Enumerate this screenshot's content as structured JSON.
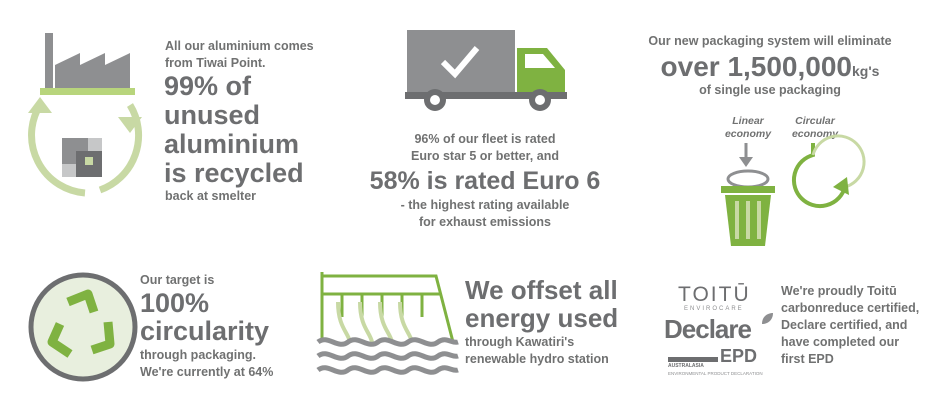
{
  "colors": {
    "green": "#7fb241",
    "light_green": "#c8d9a4",
    "grey": "#6d6e70",
    "mid_grey": "#8e8f91",
    "light_grey": "#d6d6d7",
    "pale_green": "#e8efde"
  },
  "aluminium": {
    "intro": "All our aluminium comes from Tiwai Point.",
    "headline": [
      "99% of",
      "unused",
      "aluminium",
      "is recycled"
    ],
    "footer": "back at smelter"
  },
  "fleet": {
    "line1": "96% of our fleet is rated",
    "line2": "Euro star 5 or better, and",
    "headline": "58% is rated Euro 6",
    "line3": "- the highest rating available",
    "line4": "for exhaust emissions"
  },
  "packaging": {
    "line1": "Our new packaging system will eliminate",
    "headline": "over 1,500,000",
    "unit": "kg's",
    "line2": "of single use packaging",
    "linear": [
      "Linear",
      "economy"
    ],
    "circular": [
      "Circular",
      "economy"
    ]
  },
  "circularity": {
    "intro": "Our target is",
    "headline": [
      "100%",
      "circularity"
    ],
    "line1": "through packaging.",
    "line2": "We're currently at 64%"
  },
  "energy": {
    "headline": [
      "We offset all",
      "energy used"
    ],
    "line1": "through Kawatiri's",
    "line2": "renewable hydro station"
  },
  "certs": {
    "toitu": "TOITŪ",
    "toitu_sub": "ENVIROCARE",
    "declare": "Declare",
    "epd": "EPD",
    "epd_small": "AUSTRALASIA",
    "epd_sub": "ENVIRONMENTAL PRODUCT DECLARATION",
    "text": [
      "We're proudly Toitū",
      "carbonreduce certified,",
      "Declare certified, and",
      "have completed our",
      "first EPD"
    ]
  }
}
